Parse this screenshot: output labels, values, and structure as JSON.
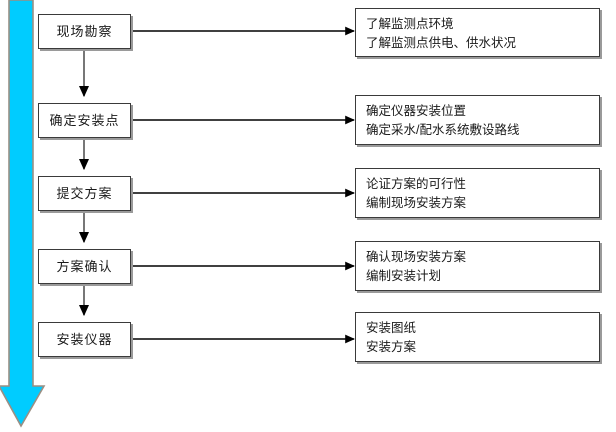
{
  "diagram": {
    "title": "Instrument Installation Workflow Flowchart",
    "colors": {
      "timeline_arrow_fill": "#00ccff",
      "timeline_arrow_stroke": "#9a8f84",
      "box_border": "#3a3a3a",
      "box_shadow": "#9a9a9a",
      "connector_line": "#000000",
      "text": "#1a1a1a",
      "background": "#ffffff"
    },
    "timeline_arrow": {
      "name": "downward-progress-arrow",
      "direction": "down"
    },
    "stages": [
      {
        "id": "stage-1",
        "label": "现场勘察",
        "details": [
          "了解监测点环境",
          "了解监测点供电、供水状况"
        ]
      },
      {
        "id": "stage-2",
        "label": "确定安装点",
        "details": [
          "确定仪器安装位置",
          "确定采水/配水系统敷设路线"
        ]
      },
      {
        "id": "stage-3",
        "label": "提交方案",
        "details": [
          "论证方案的可行性",
          "编制现场安装方案"
        ]
      },
      {
        "id": "stage-4",
        "label": "方案确认",
        "details": [
          "确认现场安装方案",
          "编制安装计划"
        ]
      },
      {
        "id": "stage-5",
        "label": "安装仪器",
        "details": [
          "安装图纸",
          "安装方案"
        ]
      }
    ]
  }
}
